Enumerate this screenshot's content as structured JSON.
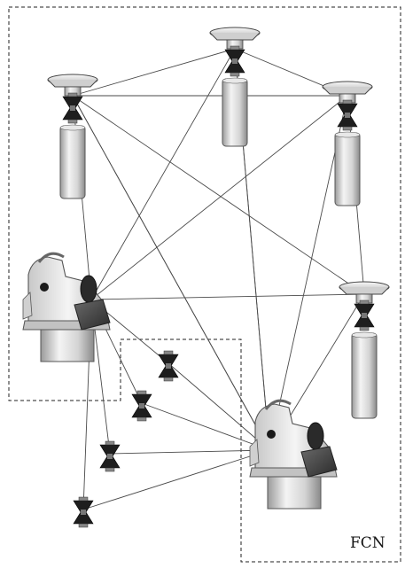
{
  "diagram": {
    "network_label": "FCN",
    "colors": {
      "sight_line": "#4a4a4a",
      "boundary": "#222222",
      "device_light": "#f2f2f2",
      "device_mid": "#bdbdbd",
      "device_dark": "#1c1c1c",
      "outline": "#555555"
    },
    "components": [
      {
        "name": "gnss-antenna-top",
        "kind": "gnss-prism-pole"
      },
      {
        "name": "gnss-antenna-left",
        "kind": "gnss-prism-pole"
      },
      {
        "name": "gnss-antenna-right",
        "kind": "gnss-prism-pole"
      },
      {
        "name": "gnss-antenna-lower-right",
        "kind": "gnss-prism-pole"
      },
      {
        "name": "total-station-left",
        "kind": "total-station"
      },
      {
        "name": "total-station-right",
        "kind": "total-station"
      },
      {
        "name": "prism-1",
        "kind": "reflector-prism"
      },
      {
        "name": "prism-2",
        "kind": "reflector-prism"
      },
      {
        "name": "prism-3",
        "kind": "reflector-prism"
      },
      {
        "name": "prism-4",
        "kind": "reflector-prism"
      }
    ]
  }
}
